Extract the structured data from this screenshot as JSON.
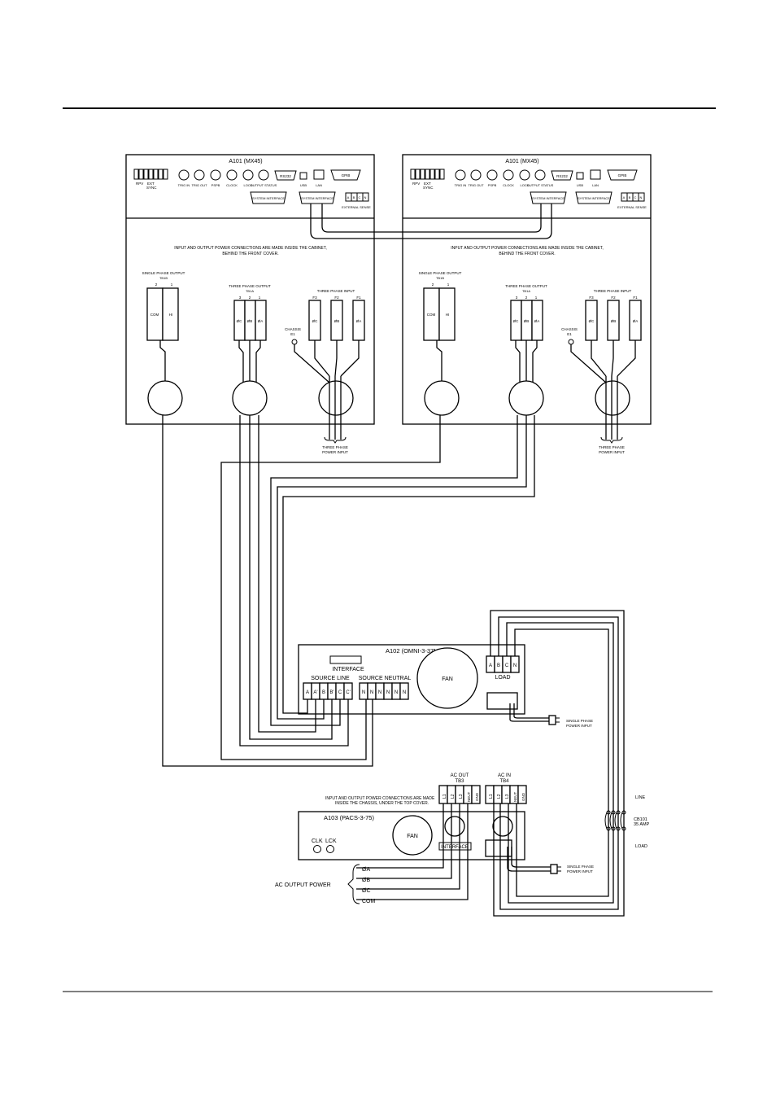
{
  "unit1": {
    "title": "A101 (MX45)",
    "sync_labels": [
      "RPV",
      "EXT",
      "SYNC"
    ],
    "jacks": [
      "TRIG IN",
      "TRIG OUT",
      "PSPB",
      "CLOCK",
      "LOCK",
      "OUTPUT STATUS"
    ],
    "ports": {
      "rs232": "RS232",
      "usb": "USB",
      "lan": "LAN",
      "gpib": "GPIB"
    },
    "system_interface": "SYSTEM INTERFACE",
    "external_sense": "EXTERNAL SENSE",
    "sense_terms": [
      "A",
      "B",
      "C",
      "N"
    ],
    "note": "INPUT AND OUTPUT POWER CONNECTIONS ARE MADE INSIDE THE CABINET, BEHIND THE FRONT COVER.",
    "single_phase": {
      "label": "SINGLE PHASE OUTPUT",
      "tb": "TB1B",
      "nums": [
        "2",
        "1"
      ],
      "terms": [
        "COM",
        "HI"
      ]
    },
    "three_out": {
      "label": "THREE PHASE OUTPUT",
      "tb": "TB1A",
      "nums": [
        "3",
        "2",
        "1"
      ],
      "terms": [
        "ØC",
        "ØB",
        "ØA"
      ]
    },
    "three_in": {
      "label": "THREE PHASE INPUT",
      "fnums": [
        "F3",
        "F2",
        "F1"
      ],
      "terms": [
        "ØC",
        "ØB",
        "ØA"
      ]
    },
    "chassis": [
      "CHASSIS",
      "E1"
    ],
    "power_input": [
      "THREE PHASE",
      "POWER INPUT"
    ]
  },
  "unit2": {
    "title": "A101 (MX45)",
    "sync_labels": [
      "RPV",
      "EXT",
      "SYNC"
    ],
    "jacks": [
      "TRIG IN",
      "TRIG OUT",
      "PSPB",
      "CLOCK",
      "LOCK",
      "OUTPUT STATUS"
    ],
    "ports": {
      "rs232": "RS232",
      "usb": "USB",
      "lan": "LAN",
      "gpib": "GPIB"
    },
    "system_interface": "SYSTEM INTERFACE",
    "external_sense": "EXTERNAL SENSE",
    "sense_terms": [
      "A",
      "B",
      "C",
      "N"
    ],
    "note": "INPUT AND OUTPUT POWER CONNECTIONS ARE MADE INSIDE THE CABINET, BEHIND THE FRONT COVER.",
    "single_phase": {
      "label": "SINGLE PHASE OUTPUT",
      "tb": "TB1B",
      "nums": [
        "2",
        "1"
      ],
      "terms": [
        "COM",
        "HI"
      ]
    },
    "three_out": {
      "label": "THREE PHASE OUTPUT",
      "tb": "TB1A",
      "nums": [
        "3",
        "2",
        "1"
      ],
      "terms": [
        "ØC",
        "ØB",
        "ØA"
      ]
    },
    "three_in": {
      "label": "THREE PHASE INPUT",
      "fnums": [
        "F3",
        "F2",
        "F1"
      ],
      "terms": [
        "ØC",
        "ØB",
        "ØA"
      ]
    },
    "chassis": [
      "CHASSIS",
      "E1"
    ],
    "power_input": [
      "THREE PHASE",
      "POWER INPUT"
    ]
  },
  "omni": {
    "title": "A102 (OMNI-3-37MX)",
    "interface": "INTERFACE",
    "source_line": "SOURCE  LINE",
    "source_neutral": "SOURCE  NEUTRAL",
    "line_terms": [
      "A",
      "A'",
      "B",
      "B'",
      "C",
      "C'"
    ],
    "neutral_terms": [
      "N",
      "N",
      "N",
      "N",
      "N",
      "N"
    ],
    "fan": "FAN",
    "load_terms": [
      "A",
      "B",
      "C",
      "N"
    ],
    "load": "LOAD",
    "single_phase_power": [
      "SINGLE PHASE",
      "POWER INPUT"
    ]
  },
  "pacs": {
    "title": "A103 (PACS-3-75)",
    "note": [
      "INPUT AND OUTPUT POWER CONNECTIONS ARE MADE",
      "INSIDE THE CHASSIS, UNDER THE TOP COVER."
    ],
    "clk": "CLK",
    "lck": "LCK",
    "fan": "FAN",
    "interface": "INTERFACE",
    "ac_out": [
      "AC OUT",
      "TB3"
    ],
    "ac_in": [
      "AC IN",
      "TB4"
    ],
    "tb_terms": [
      "L1",
      "L2",
      "L3",
      "NEUT",
      "GND"
    ],
    "single_phase_power": [
      "SINGLE PHASE",
      "POWER INPUT"
    ]
  },
  "breaker": {
    "line": "LINE",
    "cb": "CB101",
    "rating": "35 AMP",
    "load": "LOAD"
  },
  "ac_output": {
    "label": "AC  OUTPUT  POWER",
    "phases": [
      "ØA",
      "ØB",
      "ØC",
      "COM"
    ]
  }
}
